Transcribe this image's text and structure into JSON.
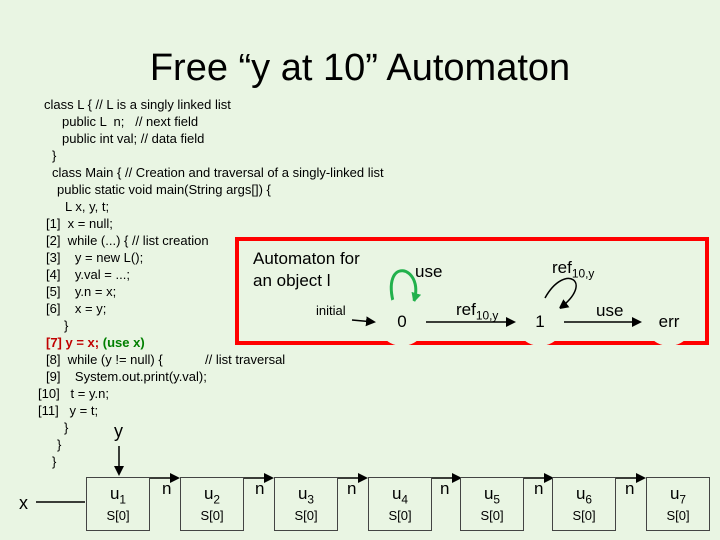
{
  "title": "Free “y at 10” Automaton",
  "code": {
    "lines": [
      "class L { // L is a singly linked list",
      "public L  n;   // next field",
      "public int val; // data field",
      "}",
      "class Main { // Creation and traversal of a singly-linked list",
      "public static void main(String args[]) {",
      "L x, y, t;",
      "[1]  x = null;",
      "[2]  while (...) { // list creation",
      "[3]    y = new L();",
      "[4]    y.val = ...;",
      "[5]    y.n = x;",
      "[6]    x = y;",
      "}",
      "[7]",
      "[8]  while (y != null) {",
      "// list traversal",
      "[9]    System.out.print(y.val);",
      "[10]   t = y.n;",
      "[11]   y = t;",
      "}",
      "}",
      "}"
    ],
    "line7_stmt": "y = x;",
    "line7_use": "(use x)"
  },
  "automaton": {
    "label_line1": "Automaton for",
    "label_line2": "an object l",
    "initial_label": "initial",
    "states": [
      "0",
      "1",
      "err"
    ],
    "edges": {
      "self_0": "use",
      "zero_to_one": "ref",
      "zero_to_one_sub": "10,y",
      "self_1": "ref",
      "self_1_sub": "10,y",
      "one_to_err": "use"
    },
    "colors": {
      "box": "#ff0000",
      "self_loop_0": "#22b14c",
      "line7": "#c00000",
      "use_x": "#008000"
    }
  },
  "heap": {
    "x_label": "x",
    "y_label": "y",
    "edge_label": "n",
    "nodes": [
      {
        "name": "u",
        "sub": "1",
        "state": "S[0]"
      },
      {
        "name": "u",
        "sub": "2",
        "state": "S[0]"
      },
      {
        "name": "u",
        "sub": "3",
        "state": "S[0]"
      },
      {
        "name": "u",
        "sub": "4",
        "state": "S[0]"
      },
      {
        "name": "u",
        "sub": "5",
        "state": "S[0]"
      },
      {
        "name": "u",
        "sub": "6",
        "state": "S[0]"
      },
      {
        "name": "u",
        "sub": "7",
        "state": "S[0]"
      }
    ]
  }
}
